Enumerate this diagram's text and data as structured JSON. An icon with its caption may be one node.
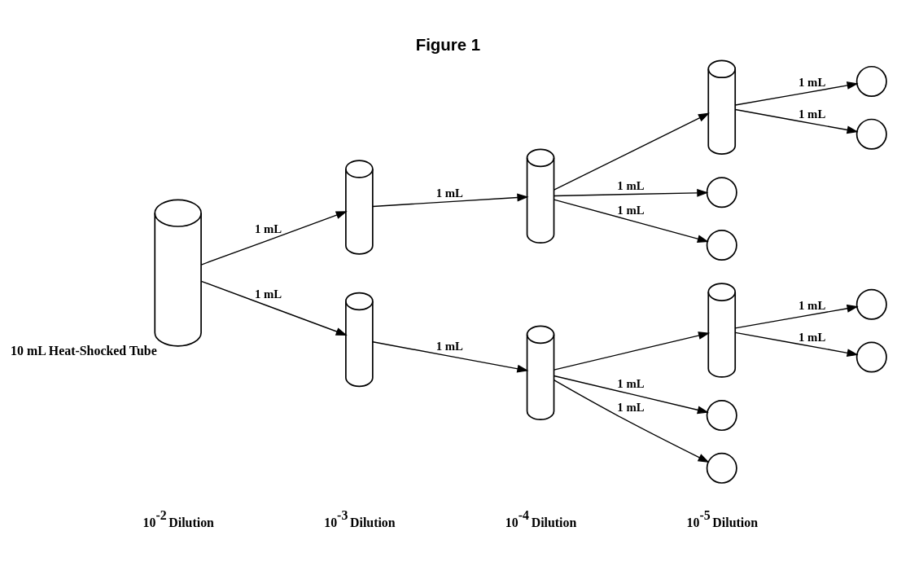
{
  "diagram": {
    "title": "Figure 1",
    "nodes": [
      {
        "text": [],
        "shape": "cylinder",
        "beside": [
          "10 mL Heat-Shocked Tube"
        ]
      },
      {
        "text": [],
        "shape": "cylinder"
      },
      {
        "text": [],
        "shape": "cylinder"
      },
      {
        "text": [],
        "shape": "cylinder"
      },
      {
        "text": [],
        "shape": "cylinder"
      },
      {
        "text": [],
        "shape": "cylinder"
      },
      {
        "text": [],
        "shape": "cylinder"
      },
      {
        "text": [],
        "shape": "circle"
      },
      {
        "text": [],
        "shape": "circle"
      },
      {
        "text": [],
        "shape": "circle"
      },
      {
        "text": [],
        "shape": "circle"
      },
      {
        "text": [],
        "shape": "circle"
      },
      {
        "text": [],
        "shape": "circle"
      },
      {
        "text": [],
        "shape": "circle"
      },
      {
        "text": [],
        "shape": "circle"
      }
    ],
    "edges": [
      {
        "from": 0,
        "to": 1,
        "arrow": "to",
        "label": "1 mL"
      },
      {
        "from": 0,
        "to": 2,
        "arrow": "to",
        "label": "1 mL"
      },
      {
        "from": 1,
        "to": 3,
        "arrow": "to",
        "label": "1 mL"
      },
      {
        "from": 2,
        "to": 4,
        "arrow": "to",
        "label": "1 mL"
      },
      {
        "from": 3,
        "to": 5,
        "arrow": "to"
      },
      {
        "from": 4,
        "to": 6,
        "arrow": "to"
      },
      {
        "from": 3,
        "to": 7,
        "arrow": "to",
        "label": "1 mL"
      },
      {
        "from": 3,
        "to": 8,
        "arrow": "to",
        "label": "1 mL"
      },
      {
        "from": 5,
        "to": 9,
        "arrow": "to",
        "label": "1 mL"
      },
      {
        "from": 5,
        "to": 10,
        "arrow": "to",
        "label": "1 mL"
      },
      {
        "from": 4,
        "to": 11,
        "arrow": "to",
        "label": "1 mL"
      },
      {
        "from": 4,
        "to": 12,
        "arrow": "to",
        "label": "1 mL"
      },
      {
        "from": 6,
        "to": 13,
        "arrow": "to",
        "label": "1 mL"
      },
      {
        "from": 6,
        "to": 14,
        "arrow": "to",
        "label": "1 mL"
      }
    ],
    "labels": [
      "10$^{-2}$ Dilution",
      "10$^{-3}$ Dilution",
      "10$^{-4}$ Dilution",
      "10$^{-5}$ Dilution"
    ]
  }
}
